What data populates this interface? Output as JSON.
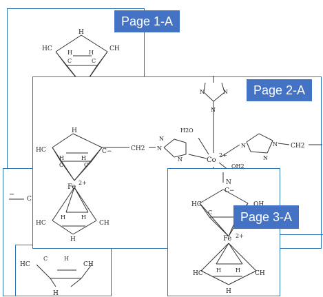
{
  "pages": [
    {
      "label": "Page 1-A"
    },
    {
      "label": "Page 2-A"
    },
    {
      "label": "Page 3-A"
    }
  ],
  "chem": {
    "H": "H",
    "HC": "HC",
    "CH": "CH",
    "C": "C",
    "Cminus": "C−",
    "minus": "−",
    "CH2": "CH2",
    "N": "N",
    "Fe": "Fe",
    "two_plus": "2+",
    "Co": "Co",
    "H2O": "H2O",
    "OH2": "OH2",
    "OH": "OH",
    "cut": "C"
  }
}
